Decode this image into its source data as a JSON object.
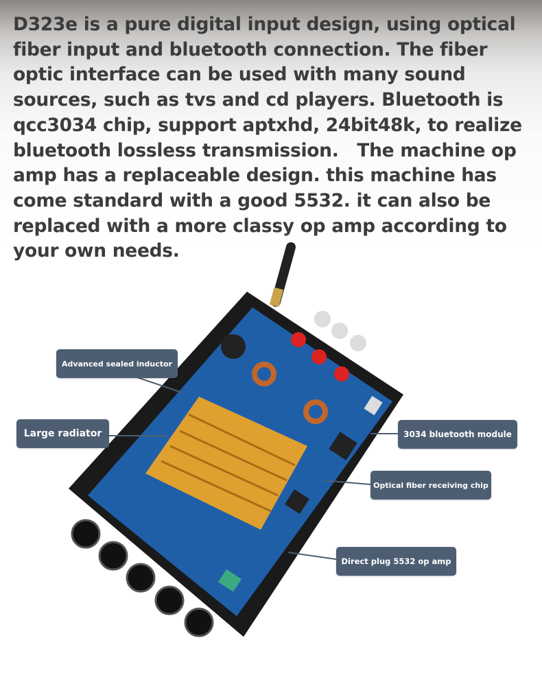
{
  "description": "D323e is a pure digital input design, using optical fiber input and bluetooth connection. The fiber optic interface can be used with many sound sources, such as tvs and cd players. Bluetooth is qcc3034 chip, support aptxhd, 24bit48k, to realize bluetooth lossless transmission.   The machine op amp has a replaceable design. this machine has come standard with a good 5532. it can also be replaced with a more classy op amp according to your own needs.",
  "labels": {
    "inductor": "Advanced sealed inductor",
    "radiator": "Large radiator",
    "bluetooth": "3034 bluetooth module",
    "optical": "Optical fiber receiving chip",
    "opamp": "Direct plug 5532 op amp"
  },
  "colors": {
    "label_bg": "#4d5e72",
    "pcb": "#1f5fa8",
    "heatsink": "#e0a030"
  }
}
